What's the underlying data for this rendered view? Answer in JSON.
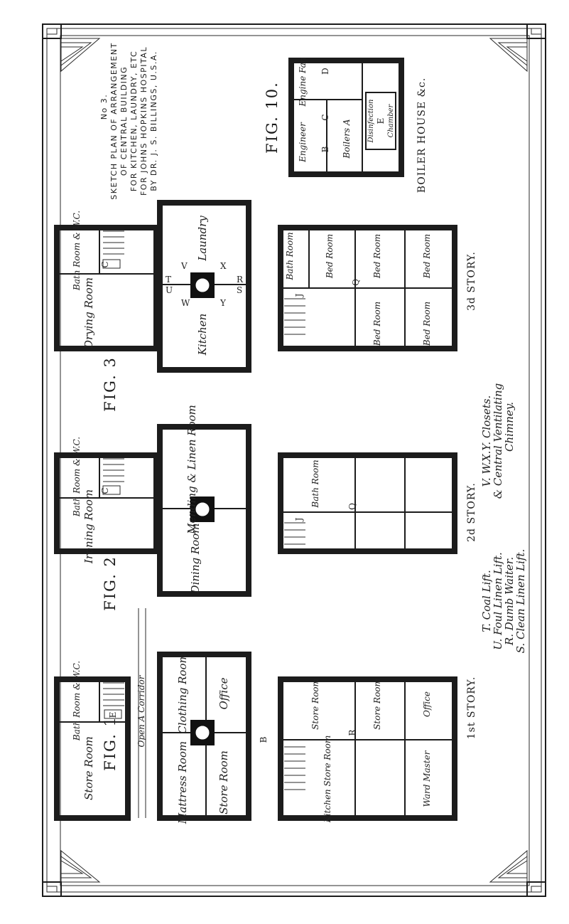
{
  "title": {
    "number": "No 3.",
    "lines": [
      "SKETCH PLAN OF ARRANGEMENT",
      "OF CENTRAL BUILDING",
      "FOR KITCHEN, LAUNDRY, ETC",
      "FOR JOHNS HOPKINS HOSPITAL",
      "BY DR. J. S. BILLINGS, U.S.A."
    ]
  },
  "figures": {
    "fig1": {
      "label": "FIG. 1",
      "story": "1st STORY.",
      "rooms": {
        "bath": "Bath Room & W.C.",
        "e": "E",
        "store_top": "Store Room",
        "corridor": "Open A Corridor",
        "clothing": "Clothing Room",
        "office": "Office",
        "mattress": "Mattress Room",
        "store_room": "Store Room",
        "b": "B",
        "kitchen_store": "Kitchen Store Room",
        "store_r1": "Store Room",
        "store_r2": "Store Room",
        "office2": "Office",
        "ward_master": "Ward Master",
        "r": "R"
      }
    },
    "fig2": {
      "label": "FIG. 2",
      "story": "2d STORY.",
      "rooms": {
        "bath": "Bath Room & W.C.",
        "c": "C",
        "ironing": "Ironing Room",
        "mending": "Mending & Linen Room",
        "dining": "Dining Room",
        "bath_room": "Bath Room",
        "q": "Q",
        "j": "J"
      }
    },
    "fig3": {
      "label": "FIG. 3",
      "story": "3d STORY.",
      "rooms": {
        "bath": "Bath Room & W.C.",
        "c": "C",
        "drying": "Drying Room",
        "laundry": "Laundry",
        "kitchen": "Kitchen",
        "bath_room": "Bath Room",
        "bed1": "Bed Room",
        "bed2": "Bed Room",
        "bed3": "Bed Room",
        "bed4": "Bed Room",
        "bed5": "Bed Room",
        "q": "Q",
        "j": "J"
      }
    },
    "fig10": {
      "label": "FIG. 10.",
      "caption": "BOILER HOUSE &c.",
      "rooms": {
        "engineer": "Engineer",
        "engine_fan": "Engine Fan",
        "b": "B",
        "c": "C",
        "d": "D",
        "boilers": "Boilers A",
        "disinfection": "Disinfection",
        "e": "E",
        "chamber": "Chamber"
      }
    }
  },
  "core_letters": {
    "t": "T",
    "u": "U",
    "v": "V",
    "w": "W",
    "x": "X",
    "y": "Y",
    "r": "R",
    "s": "S"
  },
  "legend": [
    "T. Coal Lift.",
    "U. Foul Linen Lift.",
    "R. Dumb Waiter.",
    "S. Clean Linen Lift.",
    "V. W.X.Y. Closets.",
    "& Central Ventilating",
    "Chimney."
  ]
}
